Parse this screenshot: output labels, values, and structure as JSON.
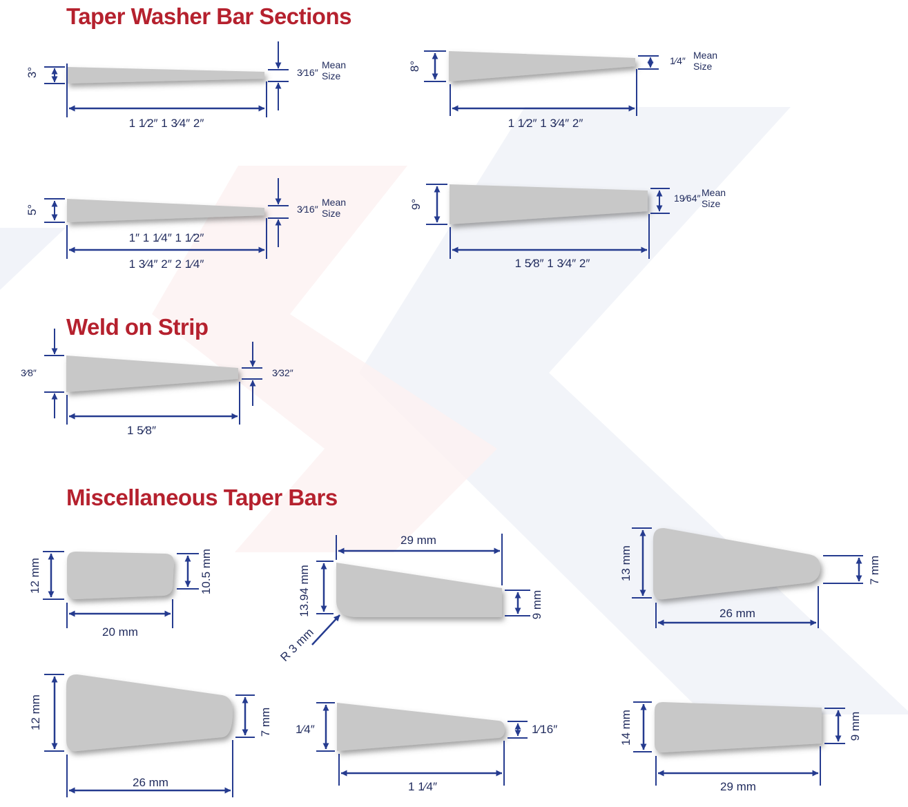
{
  "colors": {
    "title": "#b5212e",
    "dimension": "#253b8f",
    "part": "#c8c8c8",
    "part_shadow": "#8a8a8a",
    "label": "#1f2a5c",
    "chevron_blue": "#eef0f7",
    "chevron_red": "#fcf1f1"
  },
  "sections": {
    "taper_washer": "Taper Washer Bar Sections",
    "weld_strip": "Weld on Strip",
    "misc": "Miscellaneous Taper Bars"
  },
  "taper_washer": {
    "bar_3deg": {
      "angle": "3°",
      "thickness": "3⁄16″",
      "mean": "Mean",
      "size": "Size",
      "lengths": "1 1⁄2″   1 3⁄4″   2″"
    },
    "bar_8deg": {
      "angle": "8°",
      "thickness": "1⁄4″",
      "mean": "Mean",
      "size": "Size",
      "lengths": "1 1⁄2″   1 3⁄4″   2″"
    },
    "bar_5deg": {
      "angle": "5°",
      "thickness": "3⁄16″",
      "mean": "Mean",
      "size": "Size",
      "lengths_a": "1″   1 1⁄4″   1 1⁄2″",
      "lengths_b": "1 3⁄4″   2″   2 1⁄4″"
    },
    "bar_9deg": {
      "angle": "9°",
      "thickness": "19⁄64″",
      "mean": "Mean",
      "size": "Size",
      "lengths": "1 5⁄8″   1 3⁄4″   2″"
    }
  },
  "weld_strip": {
    "height": "3⁄8″",
    "tip": "3⁄32″",
    "length": "1 5⁄8″"
  },
  "misc": {
    "bar1": {
      "height": "12 mm",
      "end": "10.5 mm",
      "length": "20 mm"
    },
    "bar2": {
      "height": "13.94 mm",
      "end": "9 mm",
      "length": "29 mm",
      "radius": "R 3 mm"
    },
    "bar3": {
      "height": "13 mm",
      "end": "7 mm",
      "length": "26 mm"
    },
    "bar4": {
      "height": "12 mm",
      "end": "7 mm",
      "length": "26 mm"
    },
    "bar5": {
      "height": "1⁄4″",
      "end": "1⁄16″",
      "length": "1 1⁄4″"
    },
    "bar6": {
      "height": "14 mm",
      "end": "9 mm",
      "length": "29 mm"
    }
  }
}
